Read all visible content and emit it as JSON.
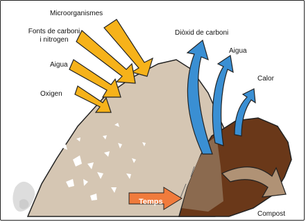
{
  "labels": {
    "microorganisms": "Microorganismes",
    "carbon_nitrogen_line1": "Fonts de carboni",
    "carbon_nitrogen_line2": "i nitrogen",
    "water_in": "Aigua",
    "oxygen": "Oxigen",
    "carbon_dioxide": "Diòxid de carboni",
    "water_out": "Aigua",
    "heat": "Calor",
    "time": "Temps",
    "compost": "Compost"
  },
  "colors": {
    "pile_light": "#d5c6b3",
    "pile_dark": "#6a3819",
    "input_arrows": "#f6b21a",
    "output_arrows": "#3a8fd3",
    "time_arrow": "#f07b3c",
    "compost_arrow": "#b09275"
  }
}
